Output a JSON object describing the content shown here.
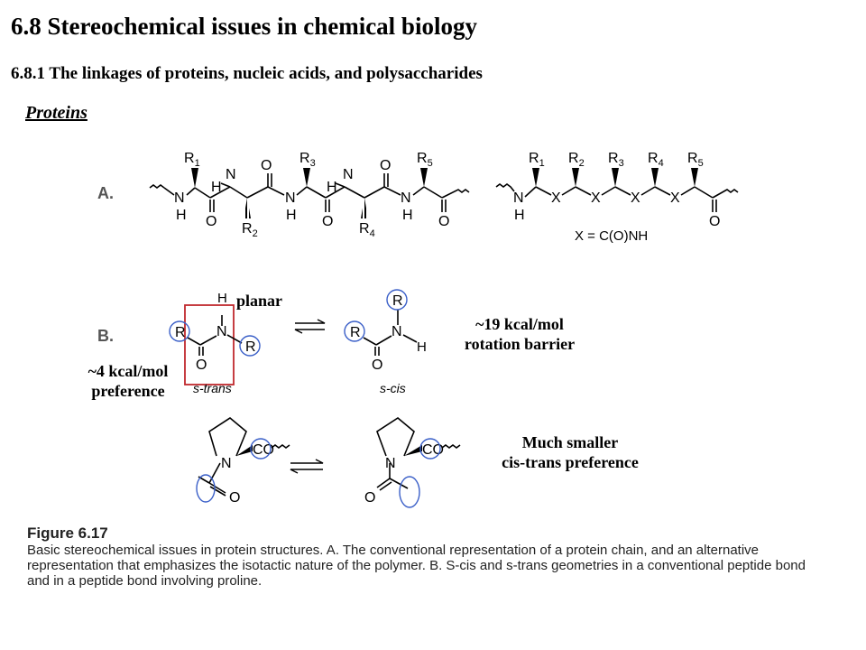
{
  "header": {
    "title": "6.8 Stereochemical issues in chemical biology",
    "subtitle": "6.8.1 The linkages of proteins, nucleic acids, and polysaccharides",
    "subsection": "Proteins"
  },
  "figure": {
    "panel_a_label": "A.",
    "panel_b_label": "B.",
    "atoms": {
      "N": "N",
      "H": "H",
      "O": "O",
      "R": "R",
      "X": "X",
      "CO": "CO",
      "R1": "R",
      "R1_sub": "1",
      "R2": "R",
      "R2_sub": "2",
      "R3": "R",
      "R3_sub": "3",
      "R4": "R",
      "R4_sub": "4",
      "R5": "R",
      "R5_sub": "5"
    },
    "x_definition": "X = C(O)NH",
    "s_trans_label": "s-trans",
    "s_cis_label": "s-cis",
    "highlight_color": "#3a5fc8",
    "box_color": "#c0282d"
  },
  "annotations": {
    "planar": "planar",
    "preference_line1": "~4 kcal/mol",
    "preference_line2": "preference",
    "barrier_line1": "~19 kcal/mol",
    "barrier_line2": "rotation barrier",
    "proline_line1": "Much smaller",
    "proline_line2": "cis-trans preference"
  },
  "caption": {
    "label": "Figure 6.17",
    "text": "Basic stereochemical issues in protein structures. A. The conventional representation of a protein chain, and an alternative representation that emphasizes the isotactic nature of the polymer. B. S-cis and s-trans geometries in a conventional peptide bond and in a peptide bond involving proline."
  }
}
